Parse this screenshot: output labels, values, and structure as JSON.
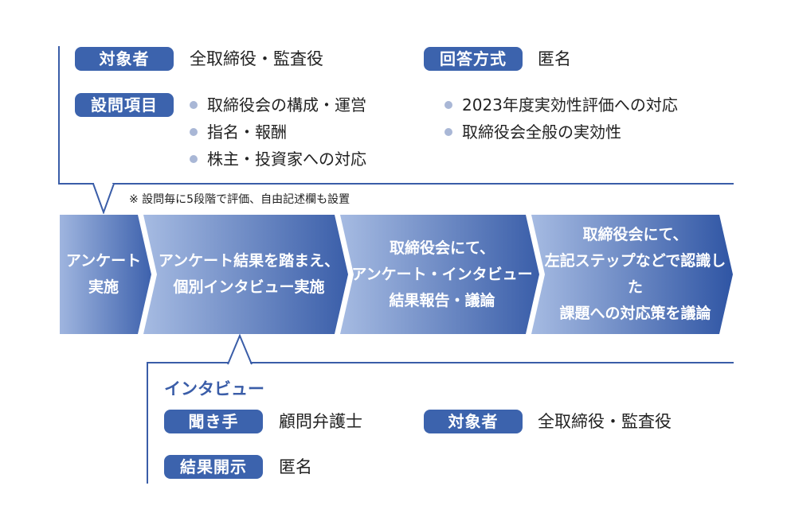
{
  "survey": {
    "target_label": "対象者",
    "target_value": "全取締役・監査役",
    "method_label": "回答方式",
    "method_value": "匿名",
    "items_label": "設問項目",
    "items_left": [
      "取締役会の構成・運営",
      "指名・報酬",
      "株主・投資家への対応"
    ],
    "items_right": [
      "2023年度実効性評価への対応",
      "取締役会全般の実効性"
    ],
    "note": "※ 設問毎に5段階で評価、自由記述欄も設置"
  },
  "flow": {
    "steps": [
      "アンケート\n実施",
      "アンケート結果を踏まえ、\n個別インタビュー実施",
      "取締役会にて、\nアンケート・インタビュー\n結果報告・議論",
      "取締役会にて、\n左記ステップなどで認識した\n課題への対応策を議論"
    ]
  },
  "interview": {
    "title": "インタビュー",
    "interviewer_label": "聞き手",
    "interviewer_value": "顧問弁護士",
    "target_label": "対象者",
    "target_value": "全取締役・監査役",
    "disclosure_label": "結果開示",
    "disclosure_value": "匿名"
  },
  "colors": {
    "accent": "#3c63ad",
    "step_light": "#9fb5df",
    "step_dark": "#2f55a4",
    "bullet": "#a9b7d6"
  }
}
